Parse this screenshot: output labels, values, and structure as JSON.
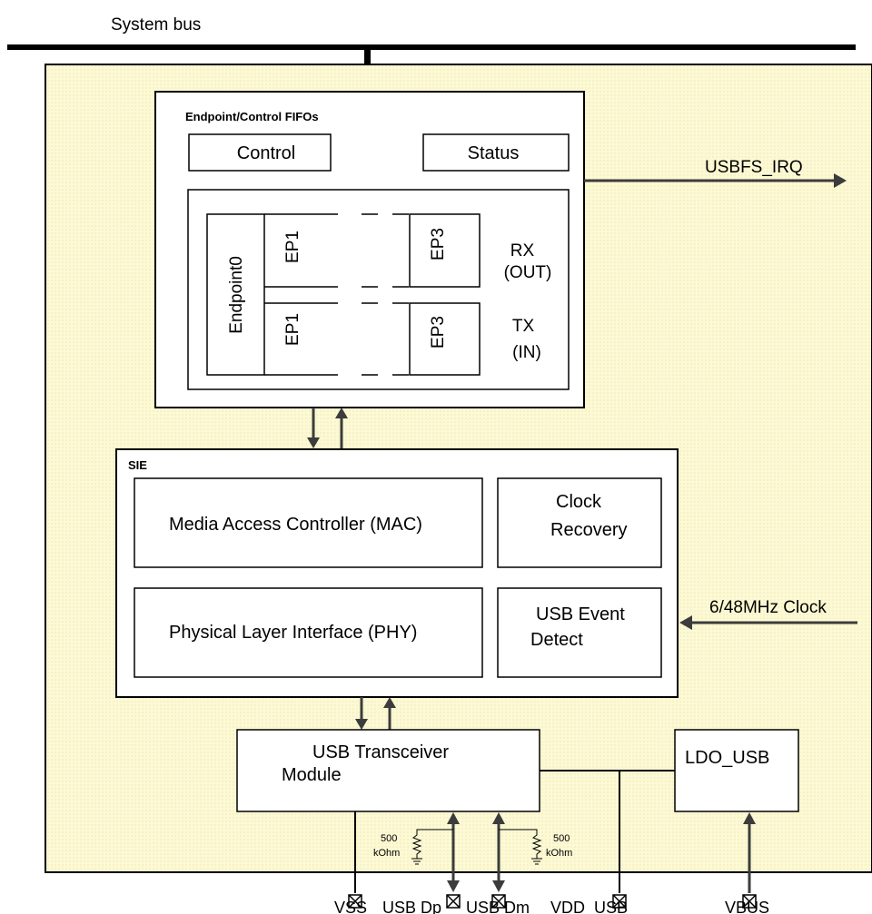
{
  "bus_label": "System bus",
  "fifo": {
    "title": "Endpoint/Control FIFOs",
    "control": "Control",
    "status": "Status",
    "endpoint0": "Endpoint0",
    "ep1_rx": "EP1",
    "ep3_rx": "EP3",
    "ep1_tx": "EP1",
    "ep3_tx": "EP3",
    "rx_line1": "RX",
    "rx_line2": "(OUT)",
    "tx_line1": "TX",
    "tx_line2": "(IN)"
  },
  "irq_label": "USBFS_IRQ",
  "sie": {
    "title": "SIE",
    "mac": "Media Access Controller (MAC)",
    "clock_recovery_line1": "Clock",
    "clock_recovery_line2": "Recovery",
    "phy": "Physical Layer Interface (PHY)",
    "event_line1": "USB Event",
    "event_line2": "Detect"
  },
  "clock_label": "6/48MHz Clock",
  "transceiver": {
    "line1": "USB Transceiver",
    "line2": "Module"
  },
  "ldo": "LDO_USB",
  "resistors": {
    "left_value": "500",
    "left_unit": "kOhm",
    "right_value": "500",
    "right_unit": "kOhm"
  },
  "pins": {
    "vss": "VSS",
    "usb_dp": "USB Dp",
    "usb_dm": "USB Dm",
    "vdd_usb": "VDD_USB",
    "vbus": "VBUS"
  },
  "colors": {
    "background_fill": "#fcf9d4",
    "line": "#000000",
    "arrow": "#3c3c3c"
  }
}
